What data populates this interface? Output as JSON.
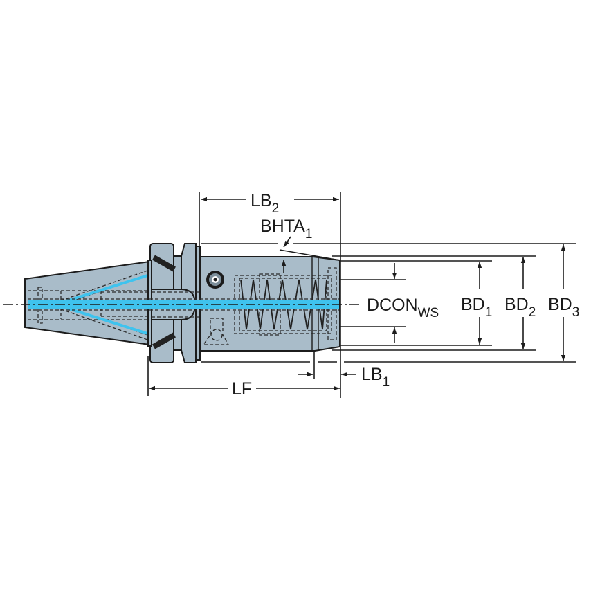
{
  "diagram": {
    "title": "Tool holder (taper shank adaptor) dimension drawing",
    "colors": {
      "body": "#a9bcc9",
      "coolant": "#3fc3ee",
      "line": "#1c1c1c",
      "background": "#ffffff"
    },
    "labels": {
      "lb2": {
        "main": "LB",
        "sub": "2"
      },
      "bhta1": {
        "main": "BHTA",
        "sub": "1"
      },
      "dcon": {
        "main": "DCON",
        "sub": "WS"
      },
      "bd1": {
        "main": "BD",
        "sub": "1"
      },
      "bd2": {
        "main": "BD",
        "sub": "2"
      },
      "bd3": {
        "main": "BD",
        "sub": "3"
      },
      "lb1": {
        "main": "LB",
        "sub": "1"
      },
      "lf": {
        "main": "LF"
      }
    },
    "components": [
      "taper-shank",
      "flange",
      "drive-groove",
      "coolant-channel",
      "clamp-screw",
      "spring-collet-bore"
    ]
  }
}
